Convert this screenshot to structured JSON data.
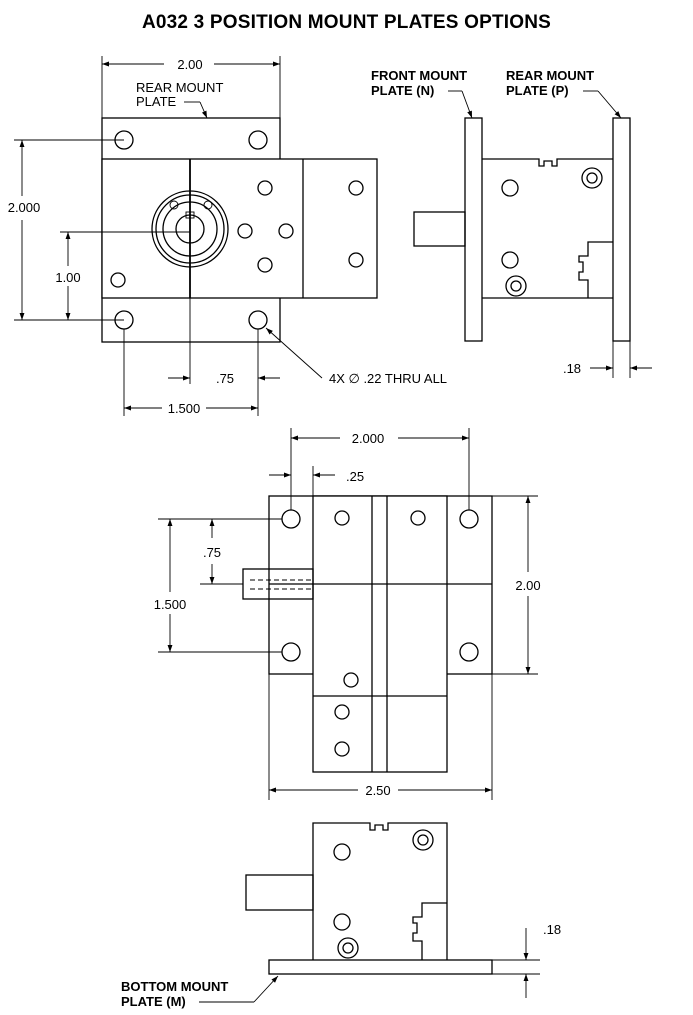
{
  "title": "A032 3 POSITION MOUNT PLATES OPTIONS",
  "views": {
    "front": {
      "width_dim": "2.00",
      "rear_plate_label_1": "REAR MOUNT",
      "rear_plate_label_2": "PLATE",
      "height_dim": "2.000",
      "center_height_dim": "1.00",
      "offset_dim": ".75",
      "spacing_dim": "1.500",
      "hole_note": "4X ∅ .22 THRU ALL"
    },
    "side": {
      "front_plate_label_1": "FRONT MOUNT",
      "front_plate_label_2": "PLATE (N)",
      "rear_plate_label_1": "REAR MOUNT",
      "rear_plate_label_2": "PLATE (P)",
      "thickness_dim": ".18"
    },
    "top": {
      "hole_spacing_dim": "2.000",
      "edge_dim": ".25",
      "small_offset_dim": ".75",
      "vertical_spacing_dim": "1.500",
      "height_dim": "2.00",
      "width_dim": "2.50"
    },
    "bottom": {
      "thickness_dim": ".18",
      "bottom_plate_label_1": "BOTTOM MOUNT",
      "bottom_plate_label_2": "PLATE (M)"
    }
  }
}
